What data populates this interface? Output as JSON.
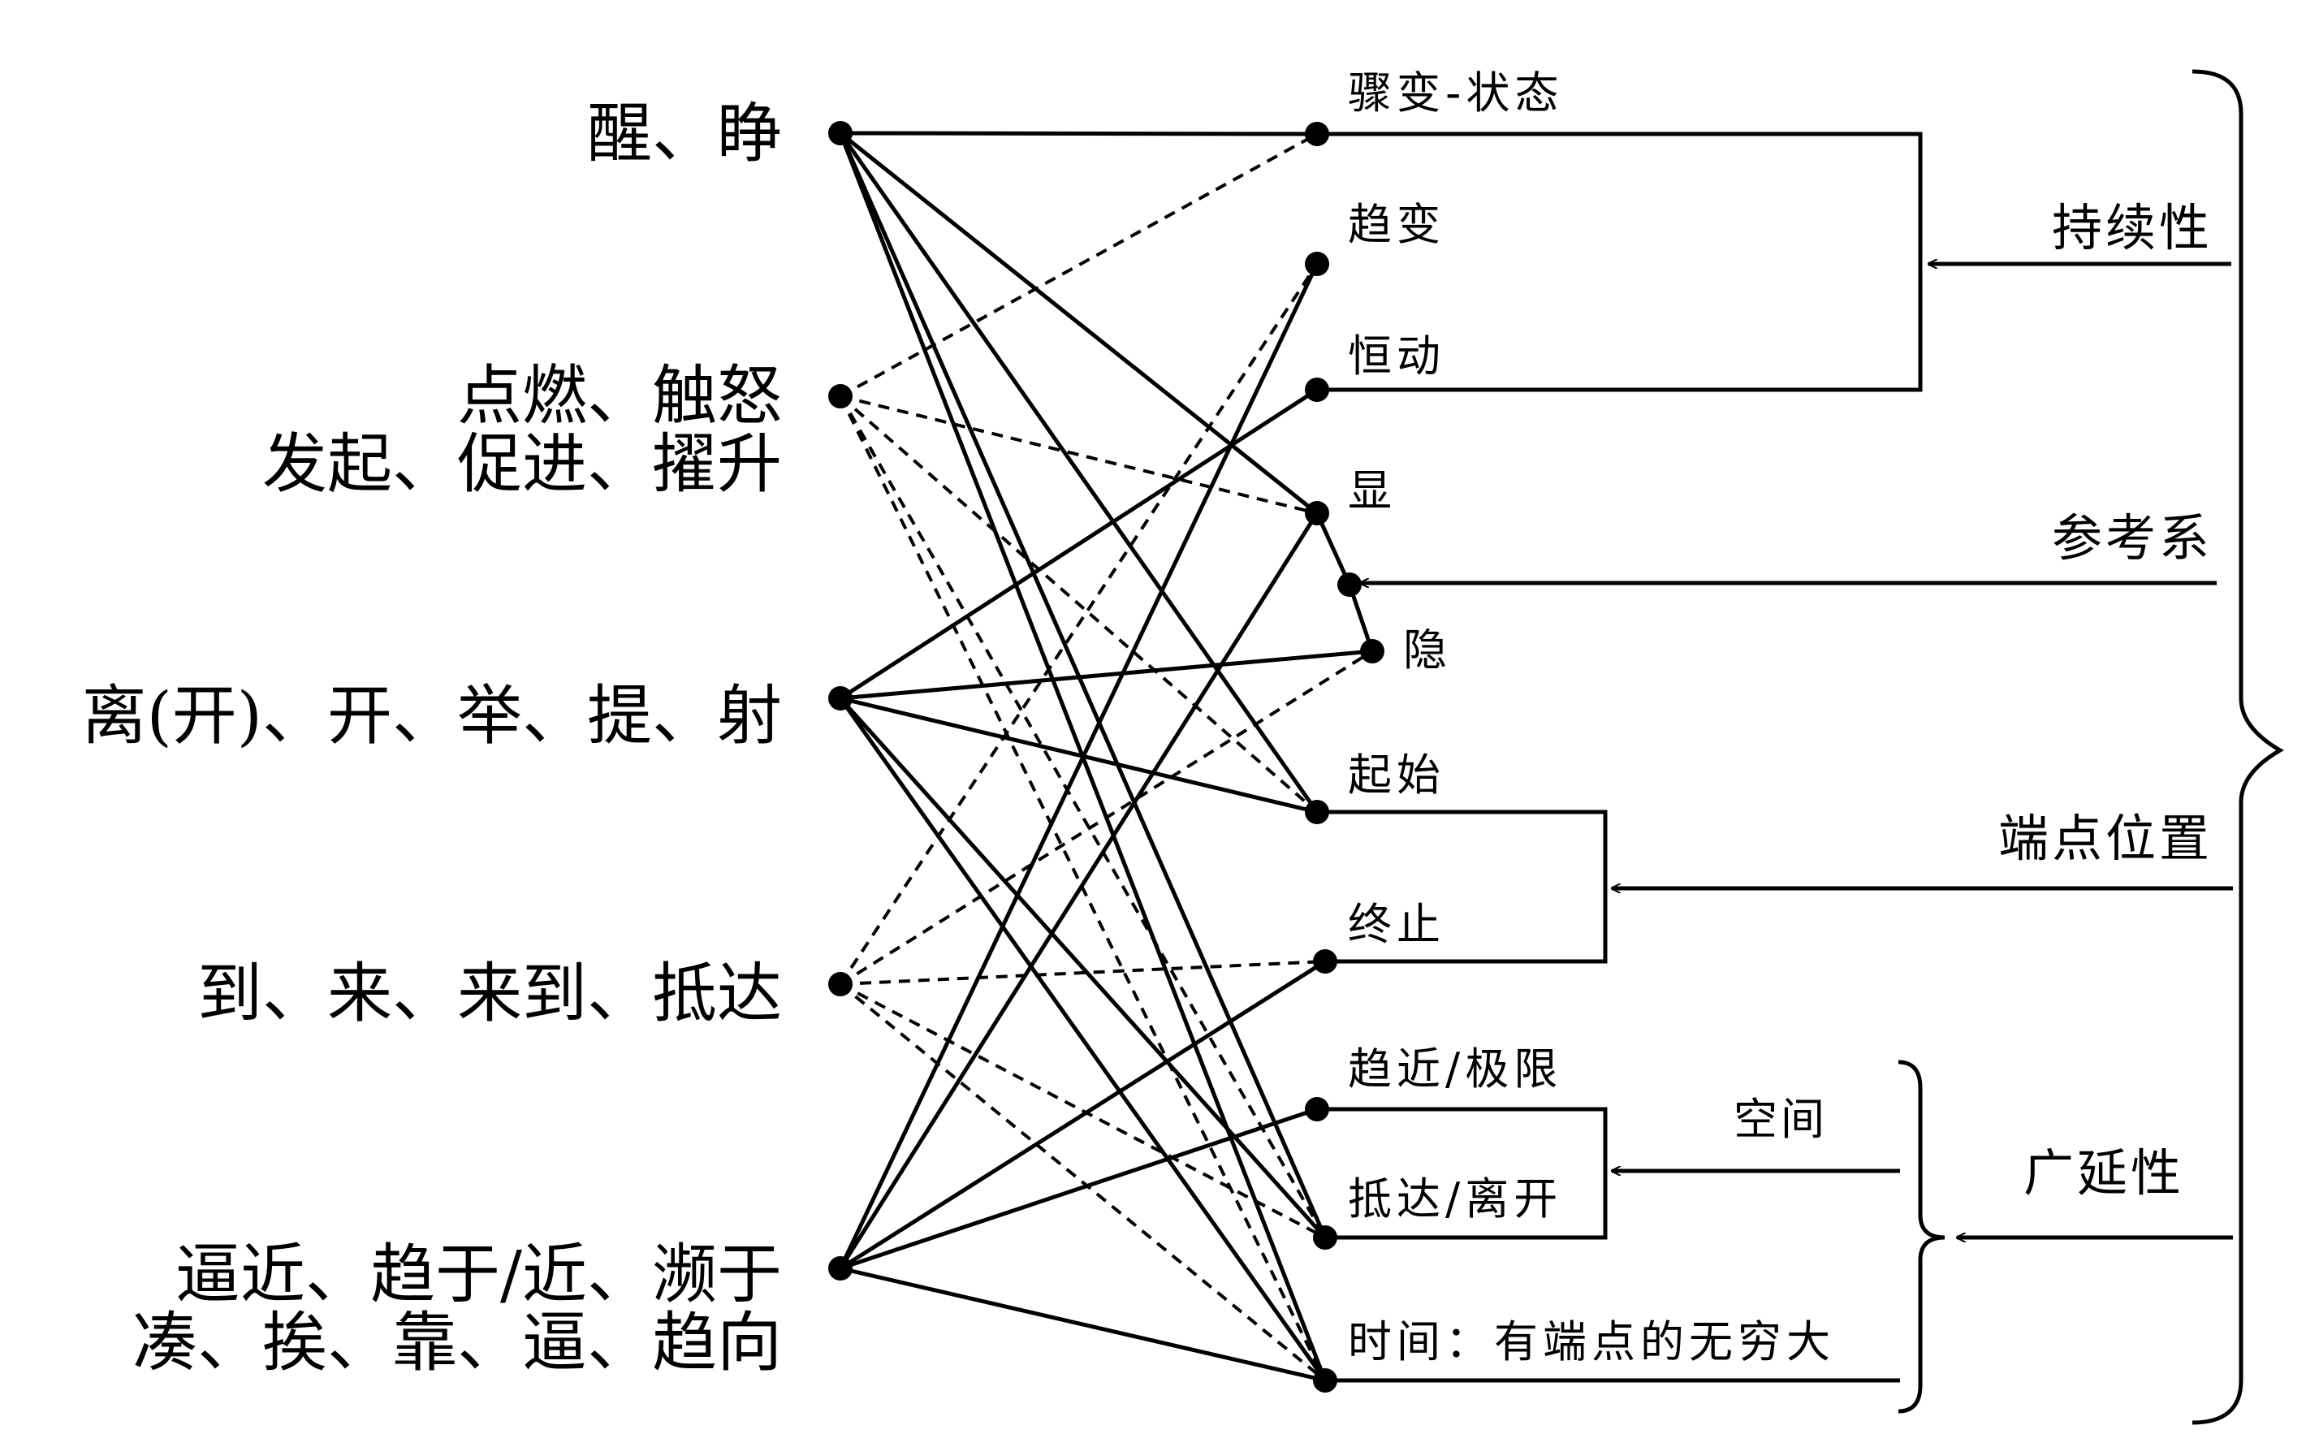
{
  "verb_groups": [
    {
      "id": "v1",
      "lines": [
        "醒、睁"
      ]
    },
    {
      "id": "v2",
      "lines": [
        "点燃、触怒",
        "发起、促进、擢升"
      ]
    },
    {
      "id": "v3",
      "lines": [
        "离(开)、开、举、提、射"
      ]
    },
    {
      "id": "v4",
      "lines": [
        "到、来、来到、抵达"
      ]
    },
    {
      "id": "v5",
      "lines": [
        "逼近、趋于/近、濒于",
        "凑、挨、靠、逼、趋向"
      ]
    }
  ],
  "feature_nodes": [
    {
      "id": "n1",
      "label": "骤变-状态"
    },
    {
      "id": "n2",
      "label": "趋变"
    },
    {
      "id": "n3",
      "label": "恒动"
    },
    {
      "id": "n4",
      "label": "显"
    },
    {
      "id": "n5",
      "label": "隐"
    },
    {
      "id": "n6",
      "label": "起始"
    },
    {
      "id": "n7",
      "label": "终止"
    },
    {
      "id": "n8",
      "label": "趋近/极限"
    },
    {
      "id": "n9",
      "label": "抵达/离开"
    },
    {
      "id": "n10",
      "label": "时间：有端点的无穷大"
    }
  ],
  "properties": [
    {
      "id": "p1",
      "label": "持续性"
    },
    {
      "id": "p2",
      "label": "参考系"
    },
    {
      "id": "p3",
      "label": "端点位置"
    },
    {
      "id": "p4",
      "label": "空间"
    },
    {
      "id": "p5",
      "label": "广延性"
    }
  ],
  "links": {
    "solid": [
      [
        "v1",
        "n1"
      ],
      [
        "v1",
        "n4"
      ],
      [
        "v1",
        "n6"
      ],
      [
        "v1",
        "n9"
      ],
      [
        "v1",
        "n10"
      ],
      [
        "v3",
        "n3"
      ],
      [
        "v3",
        "n5"
      ],
      [
        "v3",
        "n6"
      ],
      [
        "v3",
        "n9"
      ],
      [
        "v3",
        "n10"
      ],
      [
        "v5",
        "n2"
      ],
      [
        "v5",
        "n4"
      ],
      [
        "v5",
        "n7"
      ],
      [
        "v5",
        "n8"
      ],
      [
        "v5",
        "n10"
      ]
    ],
    "dashed": [
      [
        "v2",
        "n1"
      ],
      [
        "v2",
        "n4"
      ],
      [
        "v2",
        "n6"
      ],
      [
        "v2",
        "n9"
      ],
      [
        "v2",
        "n10"
      ],
      [
        "v4",
        "n2"
      ],
      [
        "v4",
        "n5"
      ],
      [
        "v4",
        "n7"
      ],
      [
        "v4",
        "n9"
      ],
      [
        "v4",
        "n10"
      ]
    ]
  }
}
